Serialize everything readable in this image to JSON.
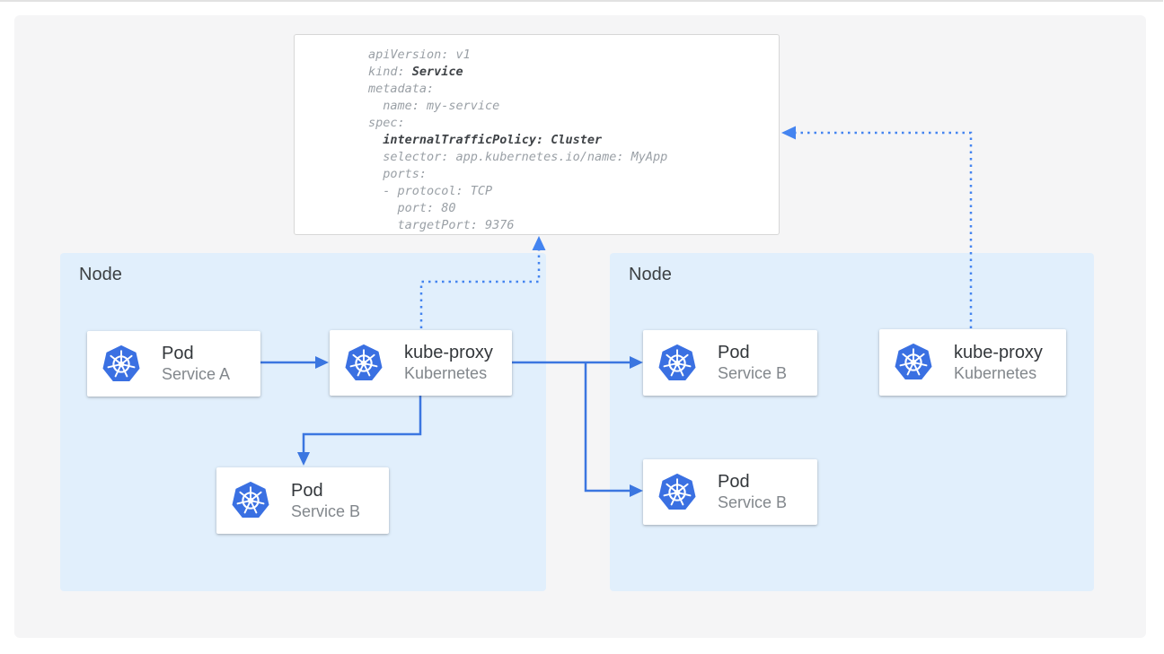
{
  "yaml_panel": {
    "lines": [
      [
        {
          "t": "apiVersion: v1",
          "b": false
        }
      ],
      [
        {
          "t": "kind: ",
          "b": false
        },
        {
          "t": "Service",
          "b": true
        }
      ],
      [
        {
          "t": "metadata:",
          "b": false
        }
      ],
      [
        {
          "t": "  name: my-service",
          "b": false
        }
      ],
      [
        {
          "t": "spec:",
          "b": false
        }
      ],
      [
        {
          "t": "  ",
          "b": false
        },
        {
          "t": "internalTrafficPolicy: Cluster",
          "b": true
        }
      ],
      [
        {
          "t": "  selector: app.kubernetes.io/name: MyApp",
          "b": false
        }
      ],
      [
        {
          "t": "  ports:",
          "b": false
        }
      ],
      [
        {
          "t": "  - protocol: TCP",
          "b": false
        }
      ],
      [
        {
          "t": "    port: 80",
          "b": false
        }
      ],
      [
        {
          "t": "    targetPort: 9376",
          "b": false
        }
      ]
    ]
  },
  "nodes": {
    "left": {
      "label": "Node"
    },
    "right": {
      "label": "Node"
    }
  },
  "cards": {
    "pod_a": {
      "title": "Pod",
      "subtitle": "Service A",
      "icon": "kubernetes-logo"
    },
    "kube_proxy_left": {
      "title": "kube-proxy",
      "subtitle": "Kubernetes",
      "icon": "kubernetes-logo"
    },
    "pod_b_left": {
      "title": "Pod",
      "subtitle": "Service B",
      "icon": "kubernetes-logo"
    },
    "pod_b_right_top": {
      "title": "Pod",
      "subtitle": "Service B",
      "icon": "kubernetes-logo"
    },
    "pod_b_right_bottom": {
      "title": "Pod",
      "subtitle": "Service B",
      "icon": "kubernetes-logo"
    },
    "kube_proxy_right": {
      "title": "kube-proxy",
      "subtitle": "Kubernetes",
      "icon": "kubernetes-logo"
    }
  },
  "connections": [
    {
      "from": "pod-service-a",
      "to": "kube-proxy-left",
      "style": "solid-arrow"
    },
    {
      "from": "kube-proxy-left",
      "to": "pod-service-b-left",
      "style": "solid-arrow"
    },
    {
      "from": "kube-proxy-left",
      "to": "pod-service-b-right-top",
      "style": "solid-arrow"
    },
    {
      "from": "kube-proxy-left",
      "to": "pod-service-b-right-bottom",
      "style": "solid-arrow"
    },
    {
      "from": "kube-proxy-left",
      "to": "service-yaml",
      "style": "dotted-arrow"
    },
    {
      "from": "kube-proxy-right",
      "to": "service-yaml",
      "style": "dotted-arrow"
    }
  ],
  "colors": {
    "accent_blue": "#3b76e0",
    "dotted_blue": "#4484f0",
    "node_bg": "#e1effc",
    "panel_bg": "#f5f5f6",
    "k8s_blue": "#3a70e2",
    "card_title": "#33373b",
    "subtitle_gray": "#82878c",
    "node_label": "#3c4043",
    "yaml_gray": "#9aa0a6",
    "yaml_dark": "#3f4347",
    "yaml_border": "#d7d7d7",
    "rule_gray": "#e2e2e2"
  }
}
